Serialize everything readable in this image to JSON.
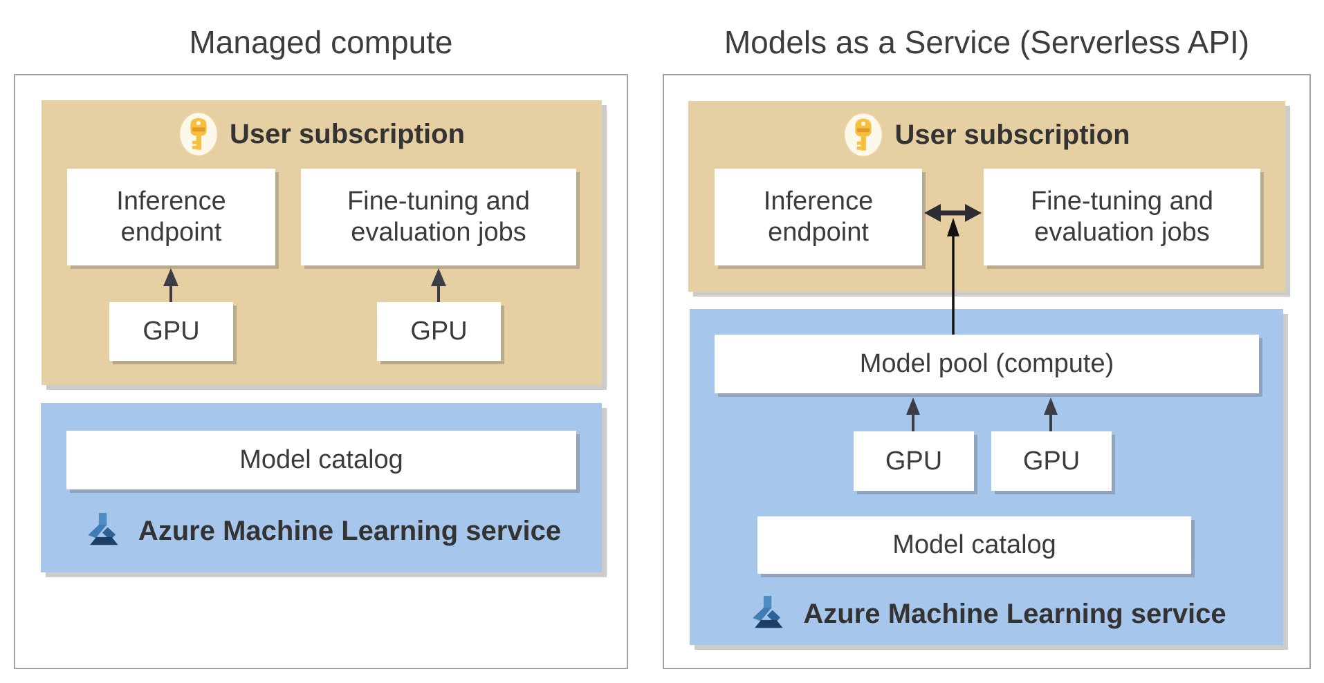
{
  "diagram": {
    "left_panel": {
      "title": "Managed compute",
      "subscription": {
        "label": "User subscription"
      },
      "nodes": {
        "inference_endpoint": "Inference endpoint",
        "fine_tuning": "Fine-tuning and evaluation jobs",
        "gpu_1": "GPU",
        "gpu_2": "GPU",
        "model_catalog": "Model catalog"
      },
      "service": {
        "label": "Azure Machine Learning service"
      }
    },
    "right_panel": {
      "title": "Models as a Service (Serverless API)",
      "subscription": {
        "label": "User subscription"
      },
      "nodes": {
        "inference_endpoint": "Inference endpoint",
        "fine_tuning": "Fine-tuning and evaluation jobs",
        "model_pool": "Model pool (compute)",
        "gpu_1": "GPU",
        "gpu_2": "GPU",
        "model_catalog": "Model catalog"
      },
      "service": {
        "label": "Azure Machine Learning service"
      }
    },
    "colors": {
      "subscription_zone_bg": "#e6d0a3",
      "service_zone_bg": "#a6c6ec",
      "node_bg": "#ffffff",
      "panel_border": "#a0a0a0",
      "text": "#3b3b3b",
      "gpu_arrow": "#3d3d46",
      "connector_arrow": "#1a1a1a",
      "key_gold": "#f5c13c",
      "azure_ml_blue": "#3f7db4"
    }
  }
}
